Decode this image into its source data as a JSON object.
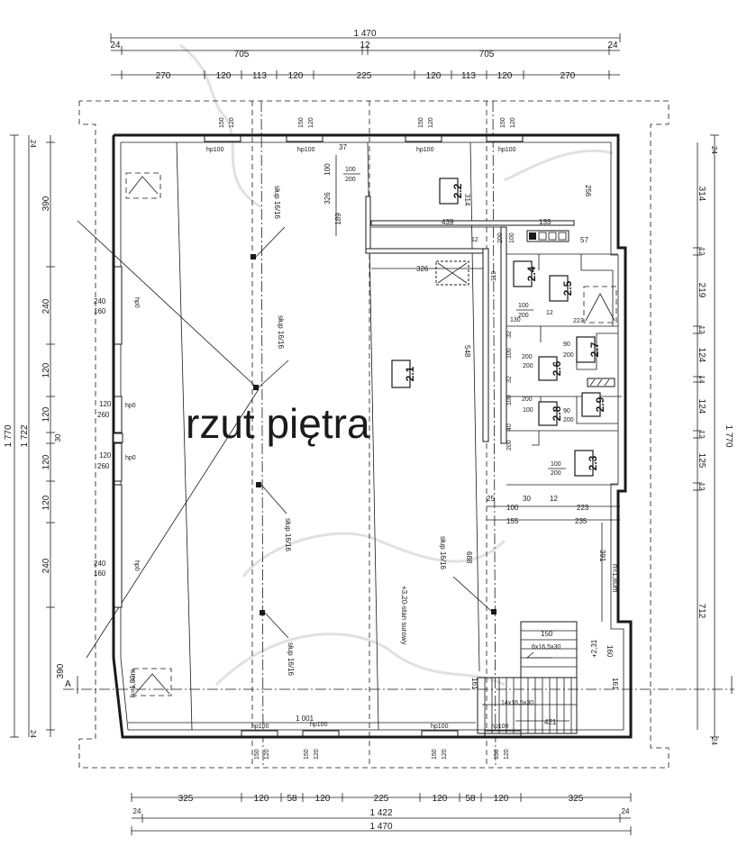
{
  "title": "rzut piętra",
  "top_dims": {
    "total": "1 470",
    "row2": [
      "24",
      "705",
      "12",
      "705",
      "24"
    ],
    "row3": [
      "270",
      "120",
      "113",
      "120",
      "225",
      "120",
      "113",
      "120",
      "270"
    ]
  },
  "bottom_dims": {
    "row1": [
      "325",
      "120",
      "58",
      "120",
      "225",
      "120",
      "58",
      "120",
      "325"
    ],
    "row2": [
      "24",
      "1 422",
      "24"
    ],
    "total": "1 470"
  },
  "left_dims": {
    "outer_total": "1 770",
    "inner_total": "1 722",
    "ends": [
      "24",
      "24"
    ],
    "segments": [
      "390",
      "240",
      "120",
      "120",
      "30",
      "120",
      "120",
      "240",
      "390"
    ]
  },
  "right_dims": {
    "outer_total": "1 770",
    "ends": [
      "24",
      "24"
    ],
    "segments": [
      "314",
      "12",
      "219",
      "12",
      "124",
      "14",
      "124",
      "12",
      "125",
      "12",
      "712"
    ]
  },
  "rooms": [
    "2.1",
    "2.2",
    "2.3",
    "2.4",
    "2.5",
    "2.6",
    "2.7",
    "2.8",
    "2.9"
  ],
  "columns": [
    "słup 16/16",
    "słup 16/16",
    "słup 16/16",
    "słup 16/16",
    "słup 16/16"
  ],
  "windows_top": [
    {
      "w": "150",
      "h": "120",
      "label": "hp100"
    },
    {
      "w": "150",
      "h": "120",
      "label": "hp100"
    },
    {
      "w": "150",
      "h": "120",
      "label": "hp100"
    },
    {
      "w": "150",
      "h": "120",
      "label": "hp100"
    }
  ],
  "windows_bottom": [
    {
      "w": "150",
      "h": "120",
      "label": "hp100"
    },
    {
      "w": "150",
      "h": "120",
      "label": "hp100"
    },
    {
      "w": "150",
      "h": "120",
      "label": "hp100"
    },
    {
      "w": "150",
      "h": "120",
      "label": "hp100"
    }
  ],
  "windows_left": [
    {
      "w": "240",
      "h": "160",
      "label": "hp0"
    },
    {
      "w": "120",
      "h": "260",
      "label": "hp0"
    },
    {
      "w": "120",
      "h": "260",
      "label": "hp0"
    },
    {
      "w": "240",
      "h": "160",
      "label": "hp0"
    }
  ],
  "interior_dims": {
    "d37": "37",
    "d100": "100",
    "d326a": "326",
    "d189": "189",
    "door_a_top": "100",
    "door_a_bot": "200",
    "d439": "439",
    "d133": "133",
    "d256": "256",
    "d57": "57",
    "d314": "314",
    "d12a": "12",
    "d326b": "326",
    "d548": "548",
    "d200": "200",
    "d100b": "100",
    "d119": "119",
    "d130": "130",
    "d100c": "100",
    "d200c": "200",
    "d12b": "12",
    "d223a": "223",
    "d32a": "32",
    "d100d": "100",
    "d200d": "200",
    "d90a": "90",
    "d200e": "200",
    "d32b": "32",
    "d100e": "100",
    "d200f": "200",
    "d90b": "90",
    "d200g": "200",
    "d100f": "100",
    "d200h": "200",
    "d40": "40",
    "d100g": "100",
    "d200i": "200",
    "d25": "25",
    "d100h": "100",
    "d30": "30",
    "d12c": "12",
    "d223b": "223",
    "d155": "155",
    "d235": "235",
    "d391": "391",
    "h180a": "h=1,80m",
    "d688": "688",
    "d150": "150",
    "stairs_a": "6x16,5x30",
    "d160": "160",
    "lvl231": "+2,31",
    "stairs_b": "14x16,5x30",
    "d161a": "161",
    "d161b": "161",
    "d421": "421",
    "d1001": "1 001",
    "h180b": "h=1,80m"
  },
  "level_note": "+3,20-stan surowy",
  "section_mark": "A"
}
